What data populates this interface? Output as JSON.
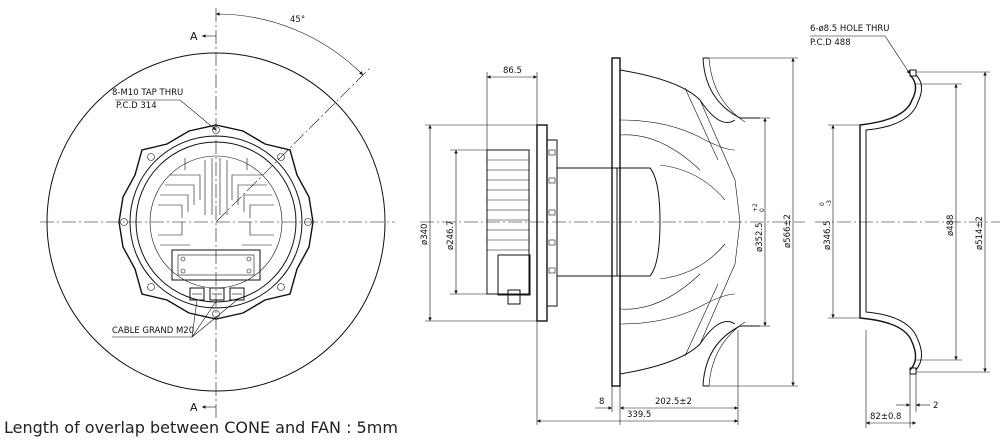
{
  "labels": {
    "section_top": "A",
    "section_bottom": "A",
    "angle": "45°",
    "tap_thru_1": "8-M10 TAP THRU",
    "tap_thru_2": "P.C.D 314",
    "cable_grand": "CABLE GRAND M20",
    "hole_thru_1": "6-ø8.5 HOLE THRU",
    "hole_thru_2": "P.C.D 488"
  },
  "dimensions": {
    "d_86_5": "86.5",
    "d_340": "ø340",
    "d_246_7": "ø246.7",
    "d_352_5": "ø352.5",
    "d_352_5_tol": "+2",
    "d_352_5_tol2": "0",
    "d_566": "ø566±2",
    "d_346_5": "ø346.5",
    "d_346_5_tol": "0",
    "d_346_5_tol2": "-3",
    "d_488": "ø488",
    "d_514": "ø514±2",
    "d_8": "8",
    "d_202_5": "202.5±2",
    "d_339_5": "339.5",
    "d_82": "82±0.8",
    "d_2": "2"
  },
  "note": "Length of overlap between CONE and FAN : 5mm"
}
